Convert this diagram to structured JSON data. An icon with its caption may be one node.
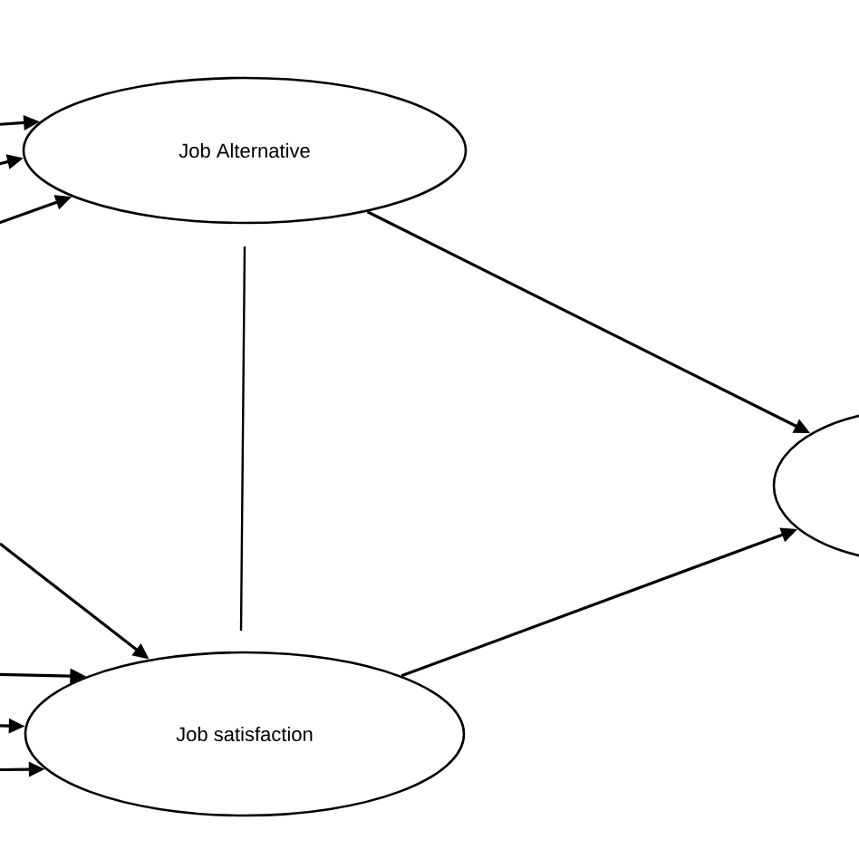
{
  "diagram": {
    "nodes": [
      {
        "text": [
          "Job Alternative"
        ]
      },
      {
        "text": [
          "Job satisfaction"
        ]
      },
      {
        "text": [],
        "shape": "ellipse"
      }
    ],
    "edges": [
      {
        "from": 0,
        "to": 2,
        "arrow": "to"
      },
      {
        "from": 1,
        "to": 2,
        "arrow": "to"
      },
      {
        "from": 0,
        "to": 1,
        "arrow": "none"
      },
      {
        "from": null,
        "to": 0,
        "arrow": "to"
      },
      {
        "from": null,
        "to": 0,
        "arrow": "to"
      },
      {
        "from": null,
        "to": 0,
        "arrow": "to"
      },
      {
        "from": null,
        "to": 1,
        "arrow": "to"
      },
      {
        "from": null,
        "to": 1,
        "arrow": "to"
      },
      {
        "from": null,
        "to": 1,
        "arrow": "to"
      },
      {
        "from": null,
        "to": 1,
        "arrow": "to"
      }
    ]
  }
}
